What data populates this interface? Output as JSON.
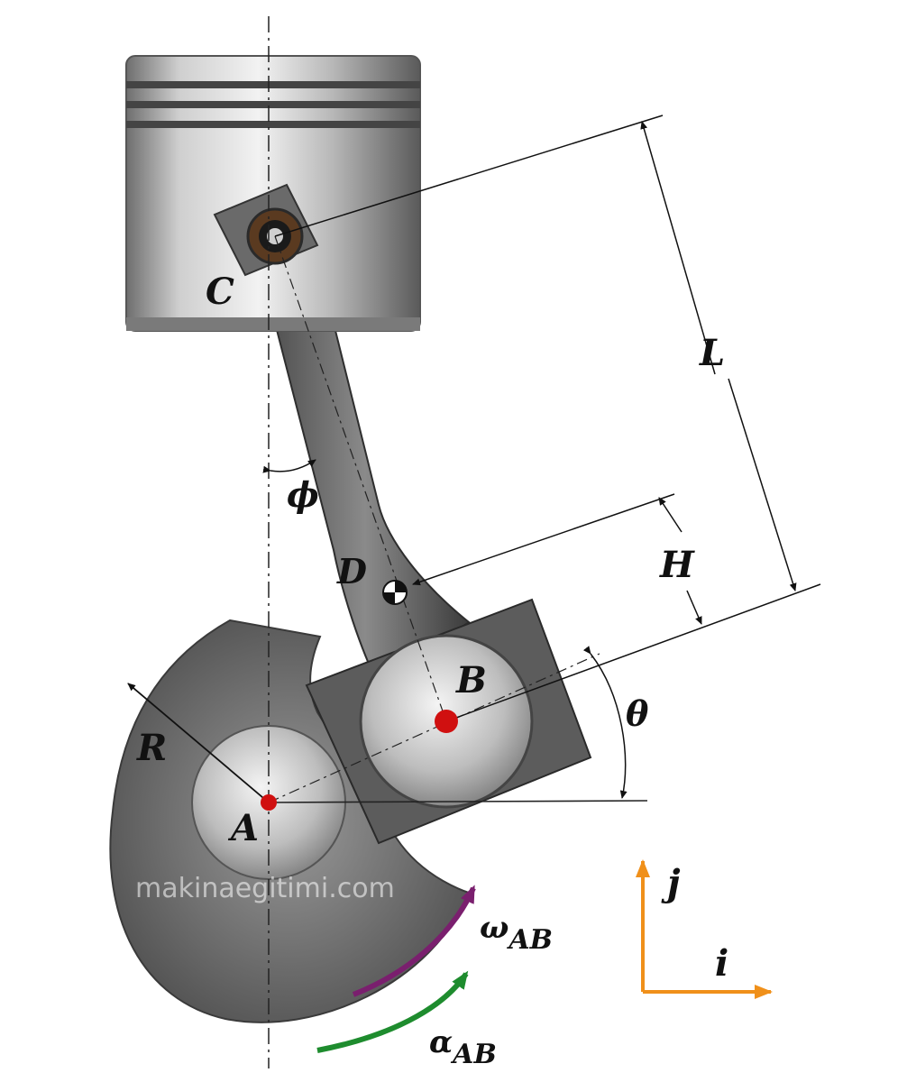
{
  "labels": {
    "A": "A",
    "B": "B",
    "C": "C",
    "D": "D",
    "R": "R",
    "L": "L",
    "H": "H",
    "theta": "θ",
    "phi": "ϕ",
    "omega": "ω",
    "alpha": "α",
    "ab_sub": "AB",
    "i": "i",
    "j": "j"
  },
  "watermark": "makinaegitimi.com",
  "colors": {
    "omega_arrow": "#7a1f6e",
    "alpha_arrow": "#1e8c2e",
    "axes": "#f0901a",
    "pin_red": "#d01010"
  }
}
